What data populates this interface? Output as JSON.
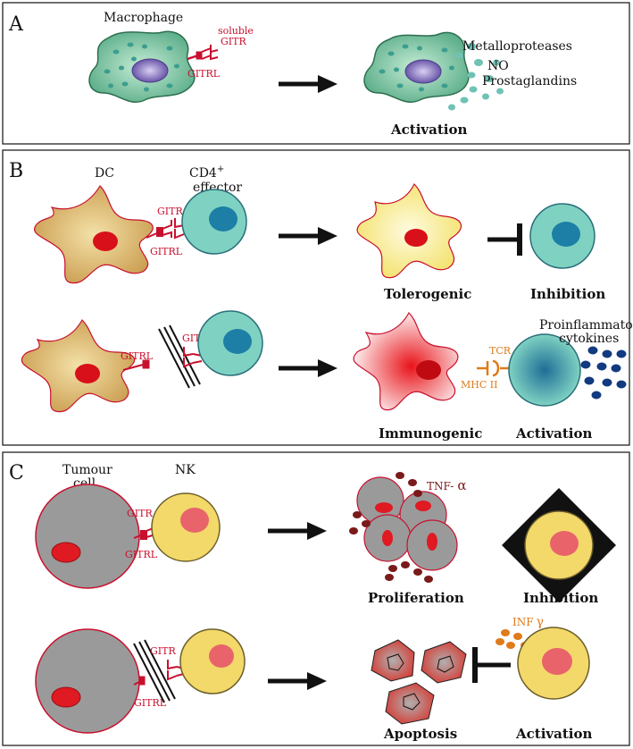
{
  "panels": {
    "a": {
      "letter": "A",
      "macrophage": "Macrophage",
      "soluble": "soluble",
      "gitr": "GITR",
      "gitrl": "GITRL",
      "metallo": "Metalloproteases",
      "no": "NO",
      "prosta": "Prostaglandins",
      "activation": "Activation"
    },
    "b": {
      "letter": "B",
      "dc": "DC",
      "cd4": "CD4",
      "cd4_sup": "+",
      "effector": "effector",
      "gitr_top": "GITR",
      "gitrl_top": "GITRL",
      "tolerogenic": "Tolerogenic",
      "inhibition": "Inhibition",
      "gitrl_bottom": "GITRL",
      "gitr_bottom": "GITR",
      "tcr": "TCR",
      "mhc": "MHC II",
      "proinf1": "Proinflammatory",
      "proinf2": "cytokines",
      "immunogenic": "Immunogenic",
      "activation": "Activation"
    },
    "c": {
      "letter": "C",
      "tumour1": "Tumour",
      "tumour2": "cell",
      "nk": "NK",
      "gitr_top": "GITR",
      "gitrl_top": "GITRL",
      "tnf": "TNF-",
      "alpha": "α",
      "proliferation": "Proliferation",
      "inhibition": "Inhibition",
      "gitr_bottom": "GITR",
      "gitrl_bottom": "GITRL",
      "inf": "INF",
      "gamma": "γ",
      "apoptosis": "Apoptosis",
      "activation": "Activation"
    }
  },
  "colors": {
    "gitr_red": "#c8102e",
    "macrophage_green": "#7cc9a6",
    "dc_tan": "#d9b56a",
    "tcell_teal": "#6cc6b8",
    "nk_yellow": "#f3d86a",
    "tumour_grey": "#9a9a9a",
    "cytokine_blue": "#123a80",
    "tnf_brown": "#7a1a1a",
    "inf_orange": "#e07a1a"
  }
}
